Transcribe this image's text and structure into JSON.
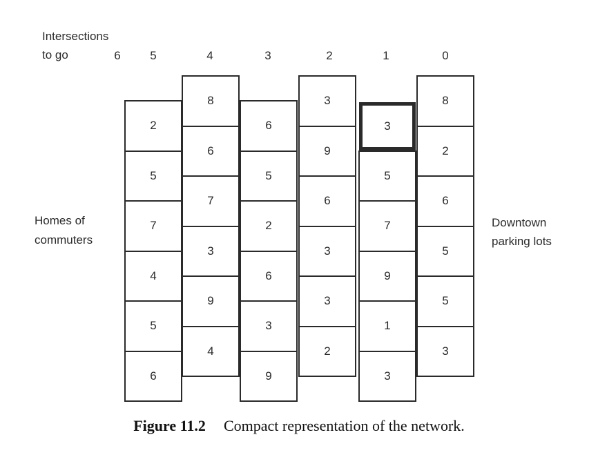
{
  "header": {
    "line1": "Intersections",
    "line2": "to go",
    "numbers": [
      "6",
      "5",
      "4",
      "3",
      "2",
      "1",
      "0"
    ]
  },
  "left_label": {
    "line1": "Homes of",
    "line2": "commuters"
  },
  "right_label": {
    "line1": "Downtown",
    "line2": "parking lots"
  },
  "columns": [
    {
      "values": [
        "2",
        "5",
        "7",
        "4",
        "5",
        "6"
      ]
    },
    {
      "values": [
        "8",
        "6",
        "7",
        "3",
        "9",
        "4"
      ]
    },
    {
      "values": [
        "6",
        "5",
        "2",
        "6",
        "3",
        "9"
      ]
    },
    {
      "values": [
        "3",
        "9",
        "6",
        "3",
        "3",
        "2"
      ]
    },
    {
      "values": [
        "3",
        "5",
        "7",
        "9",
        "1",
        "3"
      ],
      "highlight_index": 0
    },
    {
      "values": [
        "8",
        "2",
        "6",
        "5",
        "5",
        "3"
      ]
    }
  ],
  "caption": {
    "figure_number": "Figure 11.2",
    "text": "Compact representation of the network."
  }
}
